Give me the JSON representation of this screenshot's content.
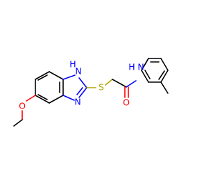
{
  "molecule": {
    "atoms": {
      "nh_ring": "H",
      "n_ring_h": "N",
      "n_ring": "N",
      "sulfur": "S",
      "oxygen_carbonyl": "O",
      "nh_amide": "N",
      "h_amide": "H",
      "oxygen_methoxy": "O"
    }
  },
  "colors": {
    "carbon": "#000000",
    "nitrogen": "#0000ff",
    "oxygen": "#ff0000",
    "sulfur": "#b3a300"
  }
}
